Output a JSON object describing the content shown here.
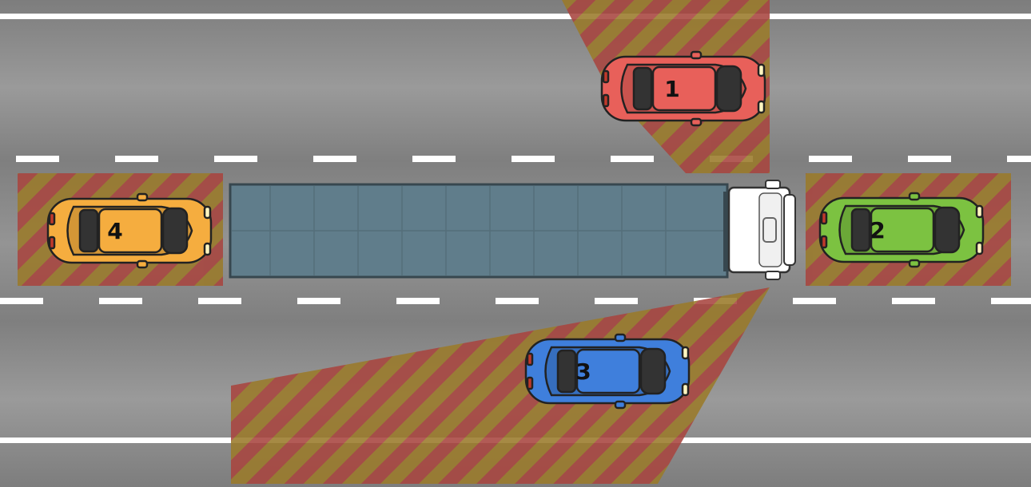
{
  "diagram": {
    "road_color": "#8e8e8e",
    "lane_marking_color": "#ffffff",
    "blind_spot_colors": {
      "stripe_a": "#a8453f",
      "stripe_b": "#9a7a2a"
    },
    "truck": {
      "trailer_color": "#607d8b",
      "cab_color": "#ffffff"
    },
    "cars": [
      {
        "label": "1",
        "color": "#e8605a",
        "icon": "car-top-view-icon"
      },
      {
        "label": "2",
        "color": "#7cc241",
        "icon": "car-top-view-icon"
      },
      {
        "label": "3",
        "color": "#3f7fdc",
        "icon": "car-top-view-icon"
      },
      {
        "label": "4",
        "color": "#f5ad3f",
        "icon": "car-top-view-icon"
      }
    ]
  }
}
